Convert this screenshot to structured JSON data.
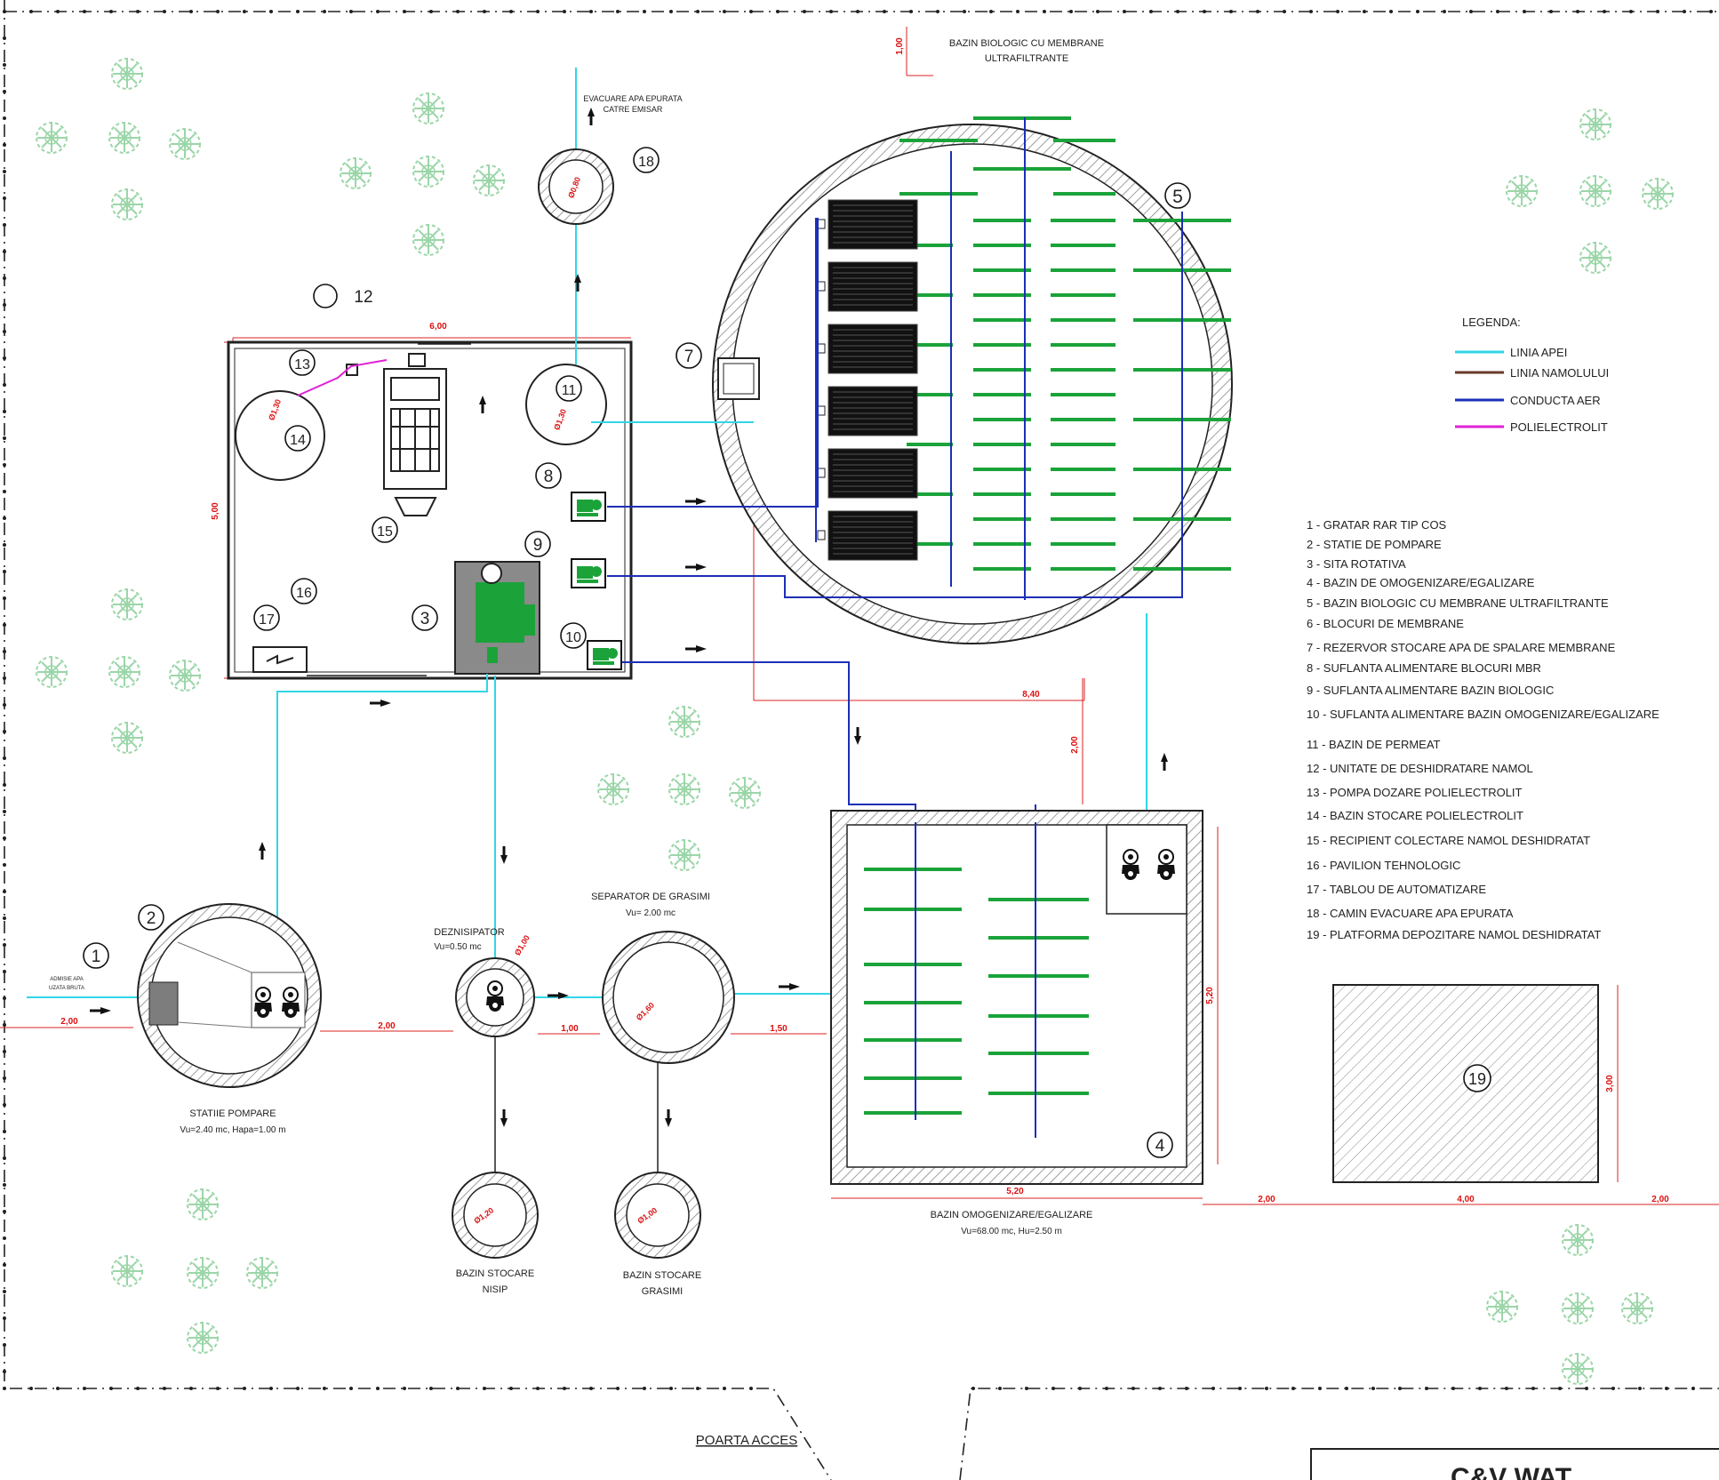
{
  "colors": {
    "water": "#2fd6e6",
    "sludge": "#6b3b2a",
    "air": "#1c2fb8",
    "polyelectrolyte": "#e021d4",
    "membrane_green": "#1ba33a",
    "dimension_red": "#dd2222",
    "hatch": "#888888",
    "tree": "#9bd6a8"
  },
  "legend": {
    "title": "LEGENDA:",
    "items": [
      {
        "label": "LINIA APEI",
        "color": "#2fd6e6"
      },
      {
        "label": "LINIA NAMOLULUI",
        "color": "#6b3b2a"
      },
      {
        "label": "CONDUCTA AER",
        "color": "#1c2fb8"
      },
      {
        "label": "POLIELECTROLIT",
        "color": "#e021d4"
      }
    ]
  },
  "components": [
    "1 - GRATAR RAR TIP COS",
    "2 - STATIE DE POMPARE",
    "3 - SITA ROTATIVA",
    "4 - BAZIN DE OMOGENIZARE/EGALIZARE",
    "5 - BAZIN BIOLOGIC CU MEMBRANE ULTRAFILTRANTE",
    "6 - BLOCURI DE MEMBRANE",
    "7 - REZERVOR STOCARE APA DE SPALARE MEMBRANE",
    "8 - SUFLANTA ALIMENTARE BLOCURI MBR",
    "9 - SUFLANTA ALIMENTARE BAZIN BIOLOGIC",
    "10 - SUFLANTA ALIMENTARE BAZIN OMOGENIZARE/EGALIZARE",
    "11 - BAZIN DE PERMEAT",
    "12 - UNITATE DE DESHIDRATARE NAMOL",
    "13 - POMPA DOZARE POLIELECTROLIT",
    "14 - BAZIN STOCARE POLIELECTROLIT",
    "15 - RECIPIENT COLECTARE NAMOL DESHIDRATAT",
    "16 - PAVILION TEHNOLOGIC",
    "17 - TABLOU DE AUTOMATIZARE",
    "18 - CAMIN EVACUARE APA EPURATA",
    "19 - PLATFORMA DEPOZITARE NAMOL DESHIDRATAT"
  ],
  "labels": {
    "bio_basin_line1": "BAZIN BIOLOGIC CU MEMBRANE",
    "bio_basin_line2": "ULTRAFILTRANTE",
    "evacuation_line1": "EVACUARE APA EPURATA",
    "evacuation_line2": "CATRE EMISAR",
    "intake_line1": "ADMISIE APA",
    "intake_line2": "UZATA BRUTA",
    "pump_station_line1": "STATIIE POMPARE",
    "pump_station_line2": "Vu=2.40 mc, Hapa=1.00 m",
    "desander_line1": "DEZNISIPATOR",
    "desander_line2": "Vu=0.50 mc",
    "grease_sep_line1": "SEPARATOR DE  GRASIMI",
    "grease_sep_line2": "Vu= 2.00 mc",
    "sand_storage_line1": "BAZIN STOCARE",
    "sand_storage_line2": "NISIP",
    "grease_storage_line1": "BAZIN STOCARE",
    "grease_storage_line2": "GRASIMI",
    "equalization_line1": "BAZIN OMOGENIZARE/EGALIZARE",
    "equalization_line2": "Vu=68.00 mc, Hu=2.50 m",
    "gate": "POARTA ACCES",
    "title_block": "C&V WAT"
  },
  "dimensions": {
    "building_width": "6,00",
    "building_height": "5,00",
    "top_offset": "1,00",
    "bio_to_eq_h": "8,40",
    "bio_to_eq_v": "2,00",
    "intake": "2,00",
    "pump_to_desander": "2,00",
    "desander_to_sep": "1,00",
    "sep_to_eq": "1,50",
    "eq_width": "5,20",
    "eq_height": "5,20",
    "platform_gap_left": "2,00",
    "platform_width": "4,00",
    "platform_gap_right": "2,00",
    "platform_height": "3,00",
    "d_perm": "Ø1,30",
    "d_poly": "Ø1,30",
    "d_eval": "Ø0,80",
    "d_desander": "Ø1,00",
    "d_sep": "Ø1,60",
    "d_sand": "Ø1,20",
    "d_grease": "Ø1,00"
  },
  "callouts": [
    "1",
    "2",
    "3",
    "4",
    "5",
    "7",
    "8",
    "9",
    "10",
    "11",
    "12",
    "13",
    "14",
    "15",
    "16",
    "17",
    "18",
    "19"
  ]
}
